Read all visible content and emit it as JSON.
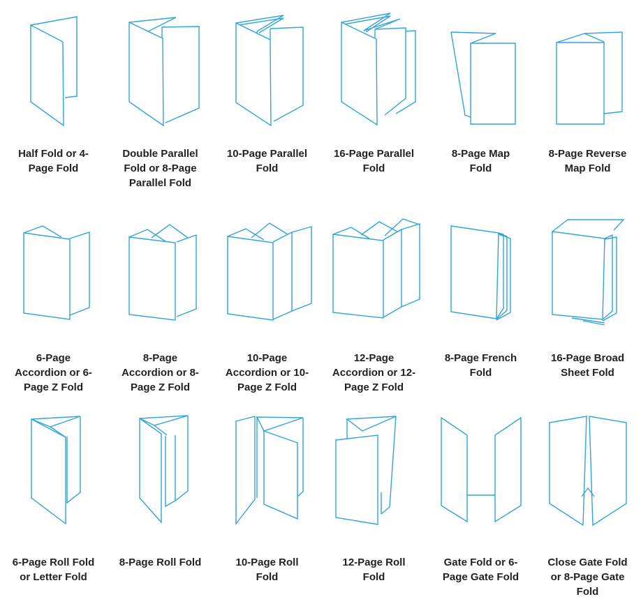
{
  "style": {
    "line_color": "#2fa4d9",
    "label_color": "#222222",
    "background": "#ffffff"
  },
  "cells": [
    {
      "figure": "half-fold",
      "label": "Half Fold or 4-\nPage Fold"
    },
    {
      "figure": "double-parallel-fold",
      "label": "Double Parallel\nFold or 8-Page\nParallel Fold"
    },
    {
      "figure": "10-page-parallel-fold",
      "label": "10-Page Parallel\nFold"
    },
    {
      "figure": "16-page-parallel-fold",
      "label": "16-Page Parallel\nFold"
    },
    {
      "figure": "8-page-map-fold",
      "label": "8-Page Map\nFold"
    },
    {
      "figure": "8-page-reverse-map-fold",
      "label": "8-Page Reverse\nMap Fold"
    },
    {
      "figure": "6-page-accordion-fold",
      "label": "6-Page\nAccordion or 6-\nPage Z Fold"
    },
    {
      "figure": "8-page-accordion-fold",
      "label": "8-Page\nAccordion or 8-\nPage Z Fold"
    },
    {
      "figure": "10-page-accordion-fold",
      "label": "10-Page\nAccordion or 10-\nPage Z Fold"
    },
    {
      "figure": "12-page-accordion-fold",
      "label": "12-Page\nAccordion or 12-\nPage Z Fold"
    },
    {
      "figure": "8-page-french-fold",
      "label": "8-Page French\nFold"
    },
    {
      "figure": "16-page-broad-sheet-fold",
      "label": "16-Page Broad\nSheet Fold"
    },
    {
      "figure": "6-page-roll-fold",
      "label": "6-Page Roll Fold\nor Letter Fold"
    },
    {
      "figure": "8-page-roll-fold",
      "label": "8-Page Roll Fold"
    },
    {
      "figure": "10-page-roll-fold",
      "label": "10-Page Roll\nFold"
    },
    {
      "figure": "12-page-roll-fold",
      "label": "12-Page Roll\nFold"
    },
    {
      "figure": "gate-fold",
      "label": "Gate Fold or 6-\nPage Gate Fold"
    },
    {
      "figure": "close-gate-fold",
      "label": "Close Gate Fold\nor 8-Page Gate\nFold"
    }
  ]
}
